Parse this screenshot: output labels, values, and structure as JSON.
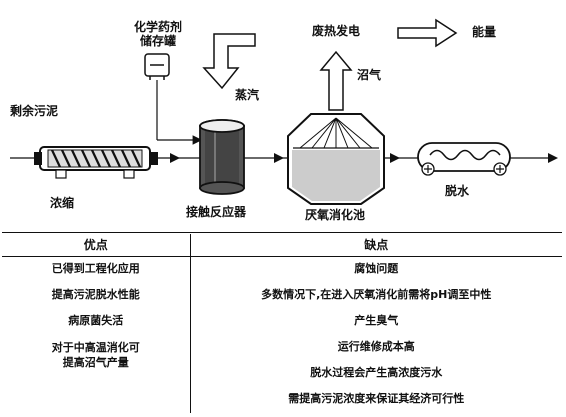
{
  "diagram": {
    "labels": {
      "surplus_sludge": "剩余污泥",
      "chem_tank_line1": "化学药剂",
      "chem_tank_line2": "储存罐",
      "steam": "蒸汽",
      "waste_heat_power": "废热发电",
      "energy": "能量",
      "biogas": "沼气",
      "thickening": "浓缩",
      "contact_reactor": "接触反应器",
      "anaerobic_digester": "厌氧消化池",
      "dewatering": "脱水"
    }
  },
  "table": {
    "headers": {
      "advantages": "优点",
      "disadvantages": "缺点"
    },
    "advantages": [
      "已得到工程化应用",
      "提高污泥脱水性能",
      "病原菌失活",
      "对于中高温消化可\n提高沼气产量"
    ],
    "disadvantages": [
      "腐蚀问题",
      "多数情况下,在进入厌氧消化前需将pH调至中性",
      "产生臭气",
      "运行维修成本高",
      "脱水过程会产生高浓度污水",
      "需提高污泥浓度来保证其经济可行性"
    ]
  }
}
